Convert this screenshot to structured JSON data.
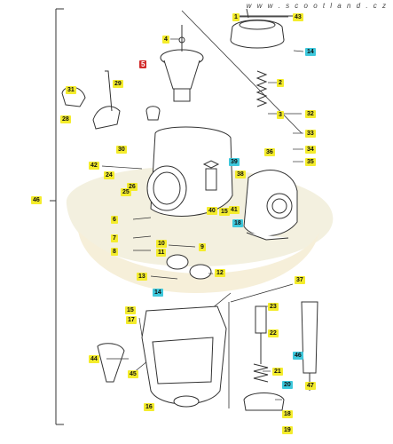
{
  "site_watermark": "w w w . s c o o t l a n d . c z",
  "colors": {
    "callout_yellow": "#f4ec2c",
    "callout_cyan": "#3ec8dc",
    "marker_red": "#d22a2a",
    "line": "#333333",
    "logo_shade": "#f3f0df"
  },
  "callouts": [
    {
      "text": "1",
      "color": "yellow"
    },
    {
      "text": "43",
      "color": "yellow"
    },
    {
      "text": "4",
      "color": "yellow"
    },
    {
      "text": "14",
      "color": "cyan"
    },
    {
      "text": "5",
      "color": "red"
    },
    {
      "text": "2",
      "color": "yellow"
    },
    {
      "text": "31",
      "color": "yellow"
    },
    {
      "text": "28",
      "color": "yellow"
    },
    {
      "text": "29",
      "color": "yellow"
    },
    {
      "text": "3",
      "color": "yellow"
    },
    {
      "text": "32",
      "color": "yellow"
    },
    {
      "text": "33",
      "color": "yellow"
    },
    {
      "text": "30",
      "color": "yellow"
    },
    {
      "text": "34",
      "color": "yellow"
    },
    {
      "text": "36",
      "color": "yellow"
    },
    {
      "text": "35",
      "color": "yellow"
    },
    {
      "text": "42",
      "color": "yellow"
    },
    {
      "text": "24",
      "color": "yellow"
    },
    {
      "text": "26",
      "color": "yellow"
    },
    {
      "text": "25",
      "color": "yellow"
    },
    {
      "text": "39",
      "color": "cyan"
    },
    {
      "text": "38",
      "color": "yellow"
    },
    {
      "text": "46",
      "color": "yellow"
    },
    {
      "text": "40",
      "color": "yellow"
    },
    {
      "text": "41",
      "color": "yellow"
    },
    {
      "text": "15",
      "color": "yellow"
    },
    {
      "text": "18",
      "color": "cyan"
    },
    {
      "text": "6",
      "color": "yellow"
    },
    {
      "text": "7",
      "color": "yellow"
    },
    {
      "text": "10",
      "color": "yellow"
    },
    {
      "text": "11",
      "color": "yellow"
    },
    {
      "text": "9",
      "color": "yellow"
    },
    {
      "text": "8",
      "color": "yellow"
    },
    {
      "text": "12",
      "color": "yellow"
    },
    {
      "text": "37",
      "color": "yellow"
    },
    {
      "text": "13",
      "color": "yellow"
    },
    {
      "text": "14",
      "color": "cyan"
    },
    {
      "text": "23",
      "color": "yellow"
    },
    {
      "text": "15",
      "color": "yellow"
    },
    {
      "text": "17",
      "color": "yellow"
    },
    {
      "text": "22",
      "color": "yellow"
    },
    {
      "text": "44",
      "color": "yellow"
    },
    {
      "text": "45",
      "color": "yellow"
    },
    {
      "text": "46",
      "color": "cyan"
    },
    {
      "text": "21",
      "color": "yellow"
    },
    {
      "text": "20",
      "color": "cyan"
    },
    {
      "text": "47",
      "color": "yellow"
    },
    {
      "text": "16",
      "color": "yellow"
    },
    {
      "text": "18",
      "color": "yellow"
    },
    {
      "text": "19",
      "color": "yellow"
    }
  ]
}
